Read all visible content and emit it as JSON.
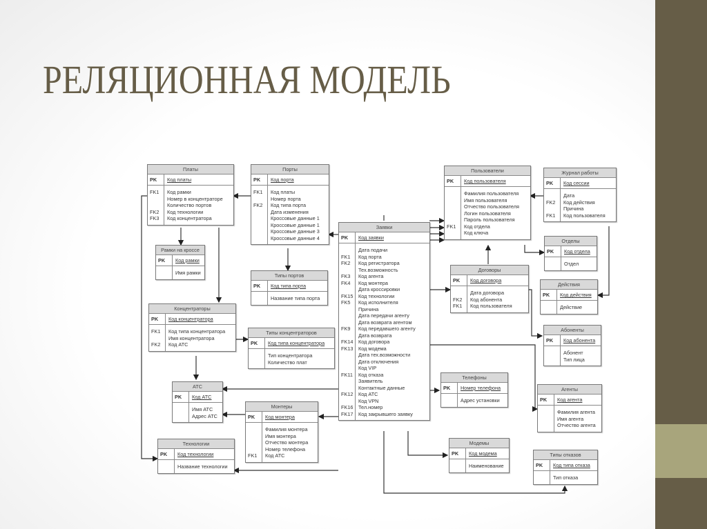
{
  "slide": {
    "title": "РЕЛЯЦИОННАЯ МОДЕЛЬ",
    "colors": {
      "accent": "#665d47",
      "band": "#a8a57c",
      "title": "#665d47"
    }
  },
  "entities": {
    "platy": {
      "name": "Платы",
      "pk": "Код платы",
      "rows": [
        [
          "FK1",
          "Код рамки"
        ],
        [
          "",
          "Номер в концентраторе"
        ],
        [
          "",
          "Количество портов"
        ],
        [
          "FK2",
          "Код технологии"
        ],
        [
          "FK3",
          "Код концентратора"
        ]
      ]
    },
    "porty": {
      "name": "Порты",
      "pk": "Код порта",
      "rows": [
        [
          "FK1",
          "Код платы"
        ],
        [
          "",
          "Номер порта"
        ],
        [
          "FK2",
          "Код типа порта"
        ],
        [
          "",
          "Дата изменения"
        ],
        [
          "",
          "Кроссовые данные 1"
        ],
        [
          "",
          "Кроссовые данные 1"
        ],
        [
          "",
          "Кроссовые данные 3"
        ],
        [
          "",
          "Кроссовые данные 4"
        ]
      ]
    },
    "ramki": {
      "name": "Рамки на кроссе",
      "pk": "Код рамки",
      "rows": [
        [
          "",
          "Имя рамки"
        ]
      ]
    },
    "tipy_portov": {
      "name": "Типы портов",
      "pk": "Код типа порта",
      "rows": [
        [
          "",
          "Название типа порта"
        ]
      ]
    },
    "koncentratory": {
      "name": "Концентраторы",
      "pk": "Код концентратора",
      "rows": [
        [
          "FK1",
          "Код типа концентратора"
        ],
        [
          "",
          "Имя концентратора"
        ],
        [
          "FK2",
          "Код АТС"
        ]
      ]
    },
    "tipy_konc": {
      "name": "Типы концентраторов",
      "pk": "Код типа концентратора",
      "rows": [
        [
          "",
          "Тип концентратора"
        ],
        [
          "",
          "Количество плат"
        ]
      ]
    },
    "ats": {
      "name": "АТС",
      "pk": "Код АТС",
      "rows": [
        [
          "",
          "Имя АТС"
        ],
        [
          "",
          "Адрес АТС"
        ]
      ]
    },
    "montery": {
      "name": "Монтеры",
      "pk": "Код монтера",
      "rows": [
        [
          "",
          "Фамилия монтера"
        ],
        [
          "",
          "Имя монтера"
        ],
        [
          "",
          "Отчество монтера"
        ],
        [
          "",
          "Номер телефона"
        ],
        [
          "FK1",
          "Код АТС"
        ]
      ]
    },
    "tehnologii": {
      "name": "Технологии",
      "pk": "Код технологии",
      "rows": [
        [
          "",
          "Название технологии"
        ]
      ]
    },
    "zayavki": {
      "name": "Заявки",
      "pk": "Код заявки",
      "rows": [
        [
          "",
          "Дата подачи"
        ],
        [
          "FK1",
          "Код порта"
        ],
        [
          "FK2",
          "Код регистратора"
        ],
        [
          "",
          "Тех.возможность"
        ],
        [
          "FK3",
          "Код агента"
        ],
        [
          "FK4",
          "Код монтера"
        ],
        [
          "",
          "Дата кроссировки"
        ],
        [
          "FK15",
          "Код технологии"
        ],
        [
          "FK5",
          "Код исполнителя"
        ],
        [
          "",
          "Причина"
        ],
        [
          "",
          "Дата передачи агенту"
        ],
        [
          "",
          "Дата возврата агентом"
        ],
        [
          "FK9",
          "Код передавшего агенту"
        ],
        [
          "",
          "Дата возврата"
        ],
        [
          "FK14",
          "Код договора"
        ],
        [
          "FK13",
          "Код модема"
        ],
        [
          "",
          "Дата тех.возможности"
        ],
        [
          "",
          "Дата отключения"
        ],
        [
          "",
          "Код VIP"
        ],
        [
          "FK11",
          "Код отказа"
        ],
        [
          "",
          "Заявитель"
        ],
        [
          "",
          "Контактные данные"
        ],
        [
          "FK12",
          "Код АТС"
        ],
        [
          "",
          "Код VPN"
        ],
        [
          "FK16",
          "Тел.номер"
        ],
        [
          "FK17",
          "Код закрывшего заявку"
        ]
      ]
    },
    "polzovateli": {
      "name": "Пользователи",
      "pk": "Код пользователя",
      "rows": [
        [
          "",
          "Фамилия пользователя"
        ],
        [
          "",
          "Имя пользователя"
        ],
        [
          "",
          "Отчество пользователя"
        ],
        [
          "",
          "Логин пользователя"
        ],
        [
          "",
          "Пароль пользователя"
        ],
        [
          "FK1",
          "Код отдела"
        ],
        [
          "",
          "Код ключа"
        ]
      ]
    },
    "zhurnal": {
      "name": "Журнал работы",
      "pk": "Код сессии",
      "rows": [
        [
          "",
          "Дата"
        ],
        [
          "FK2",
          "Код действия"
        ],
        [
          "",
          "Причина"
        ],
        [
          "FK1",
          "Код пользователя"
        ]
      ]
    },
    "otdely": {
      "name": "Отделы",
      "pk": "Код отдела",
      "rows": [
        [
          "",
          "Отдел"
        ]
      ]
    },
    "dogovory": {
      "name": "Договоры",
      "pk": "Код договора",
      "rows": [
        [
          "",
          "Дата договора"
        ],
        [
          "FK2",
          "Код абонента"
        ],
        [
          "FK1",
          "Код пользователя"
        ]
      ]
    },
    "deystviya": {
      "name": "Действия",
      "pk": "Код действия",
      "rows": [
        [
          "",
          "Действие"
        ]
      ]
    },
    "abonenty": {
      "name": "Абоненты",
      "pk": "Код абонента",
      "rows": [
        [
          "",
          "Абонент"
        ],
        [
          "",
          "Тип лица"
        ]
      ]
    },
    "telefony": {
      "name": "Телефоны",
      "pk": "Номер телефона",
      "rows": [
        [
          "",
          "Адрес установки"
        ]
      ]
    },
    "agenty": {
      "name": "Агенты",
      "pk": "Код агента",
      "rows": [
        [
          "",
          "Фамилия агента"
        ],
        [
          "",
          "Имя агента"
        ],
        [
          "",
          "Отчество агента"
        ]
      ]
    },
    "modemy": {
      "name": "Модемы",
      "pk": "Код модема",
      "rows": [
        [
          "",
          "Наименование"
        ]
      ]
    },
    "tipy_otkazov": {
      "name": "Типы отказов",
      "pk": "Код типа отказа",
      "rows": [
        [
          "",
          "Тип отказа"
        ]
      ]
    }
  },
  "pk_label": "PK"
}
